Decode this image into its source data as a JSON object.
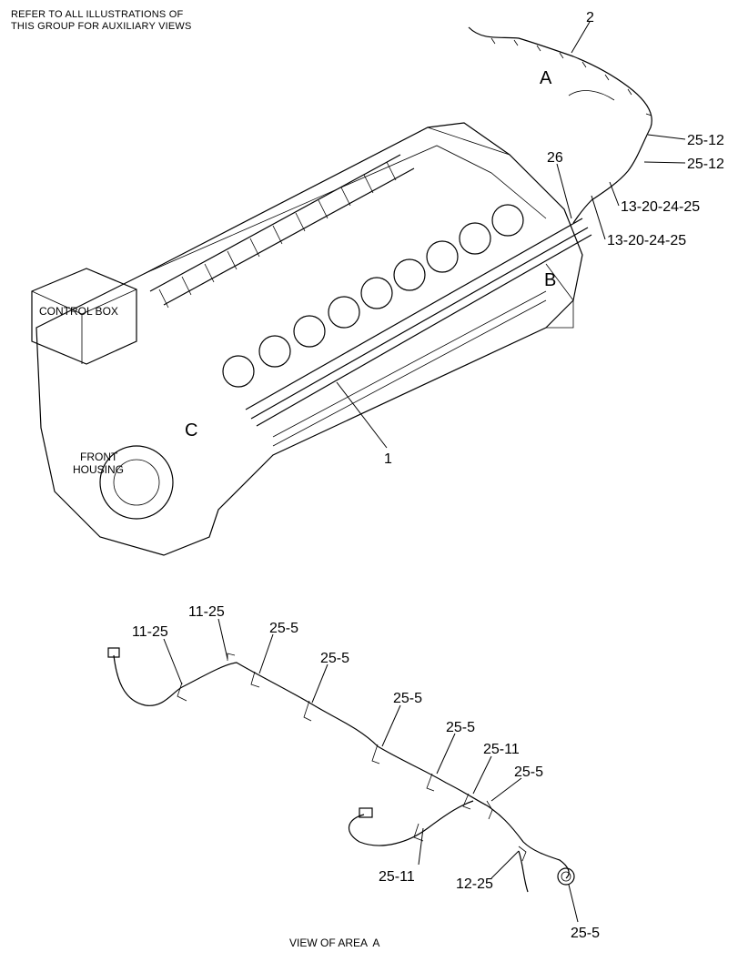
{
  "header_note": {
    "line1": "REFER TO ALL ILLUSTRATIONS OF",
    "line2": "THIS GROUP FOR AUXILIARY VIEWS"
  },
  "main_view": {
    "labels": {
      "control_box": "CONTROL BOX",
      "front_housing_1": "FRONT",
      "front_housing_2": "HOUSING"
    },
    "zones": {
      "a": "A",
      "b": "B",
      "c": "C"
    },
    "callouts": {
      "harness": "1",
      "harness_a": "2",
      "part_26": "26",
      "clip_upper": "25-12",
      "clip_lower": "25-12",
      "bolt_upper": "13-20-24-25",
      "bolt_lower": "13-20-24-25"
    }
  },
  "detail_view": {
    "caption": "VIEW OF AREA  A",
    "callouts": {
      "c1": "11-25",
      "c2": "11-25",
      "c3": "25-5",
      "c4": "25-5",
      "c5": "25-5",
      "c6": "25-5",
      "c7": "25-11",
      "c8": "25-5",
      "c9": "25-11",
      "c10": "12-25",
      "c11": "25-5"
    }
  }
}
